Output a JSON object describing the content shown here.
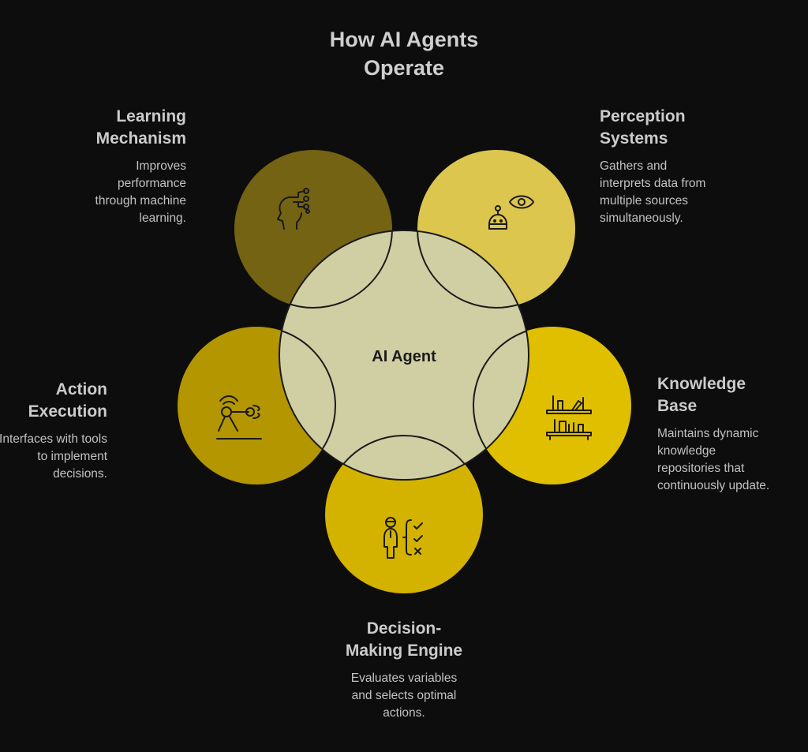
{
  "title": [
    "How AI Agents",
    "Operate"
  ],
  "center": {
    "label": "AI Agent",
    "color": "#d0cea3"
  },
  "background": "#0d0d0d",
  "nodes": {
    "learning": {
      "title": [
        "Learning",
        "Mechanism"
      ],
      "desc": [
        "Improves",
        "performance",
        "through machine",
        "learning."
      ],
      "color": "#736312",
      "icon": "brain-circuit-icon"
    },
    "perception": {
      "title": [
        "Perception",
        "Systems"
      ],
      "desc": [
        "Gathers and",
        "interprets data from",
        "multiple sources",
        "simultaneously."
      ],
      "color": "#dcc64e",
      "icon": "robot-eye-icon"
    },
    "action": {
      "title": [
        "Action",
        "Execution"
      ],
      "desc": [
        "Interfaces with tools",
        "to implement",
        "decisions."
      ],
      "color": "#b39600",
      "icon": "robotic-arm-icon"
    },
    "knowledge": {
      "title": [
        "Knowledge",
        "Base"
      ],
      "desc": [
        "Maintains dynamic",
        "knowledge",
        "repositories that",
        "continuously update."
      ],
      "color": "#e0bf00",
      "icon": "bookshelf-icon"
    },
    "decision": {
      "title": [
        "Decision-",
        "Making Engine"
      ],
      "desc": [
        "Evaluates variables",
        "and selects optimal",
        "actions."
      ],
      "color": "#d4b200",
      "icon": "person-checklist-icon"
    }
  }
}
